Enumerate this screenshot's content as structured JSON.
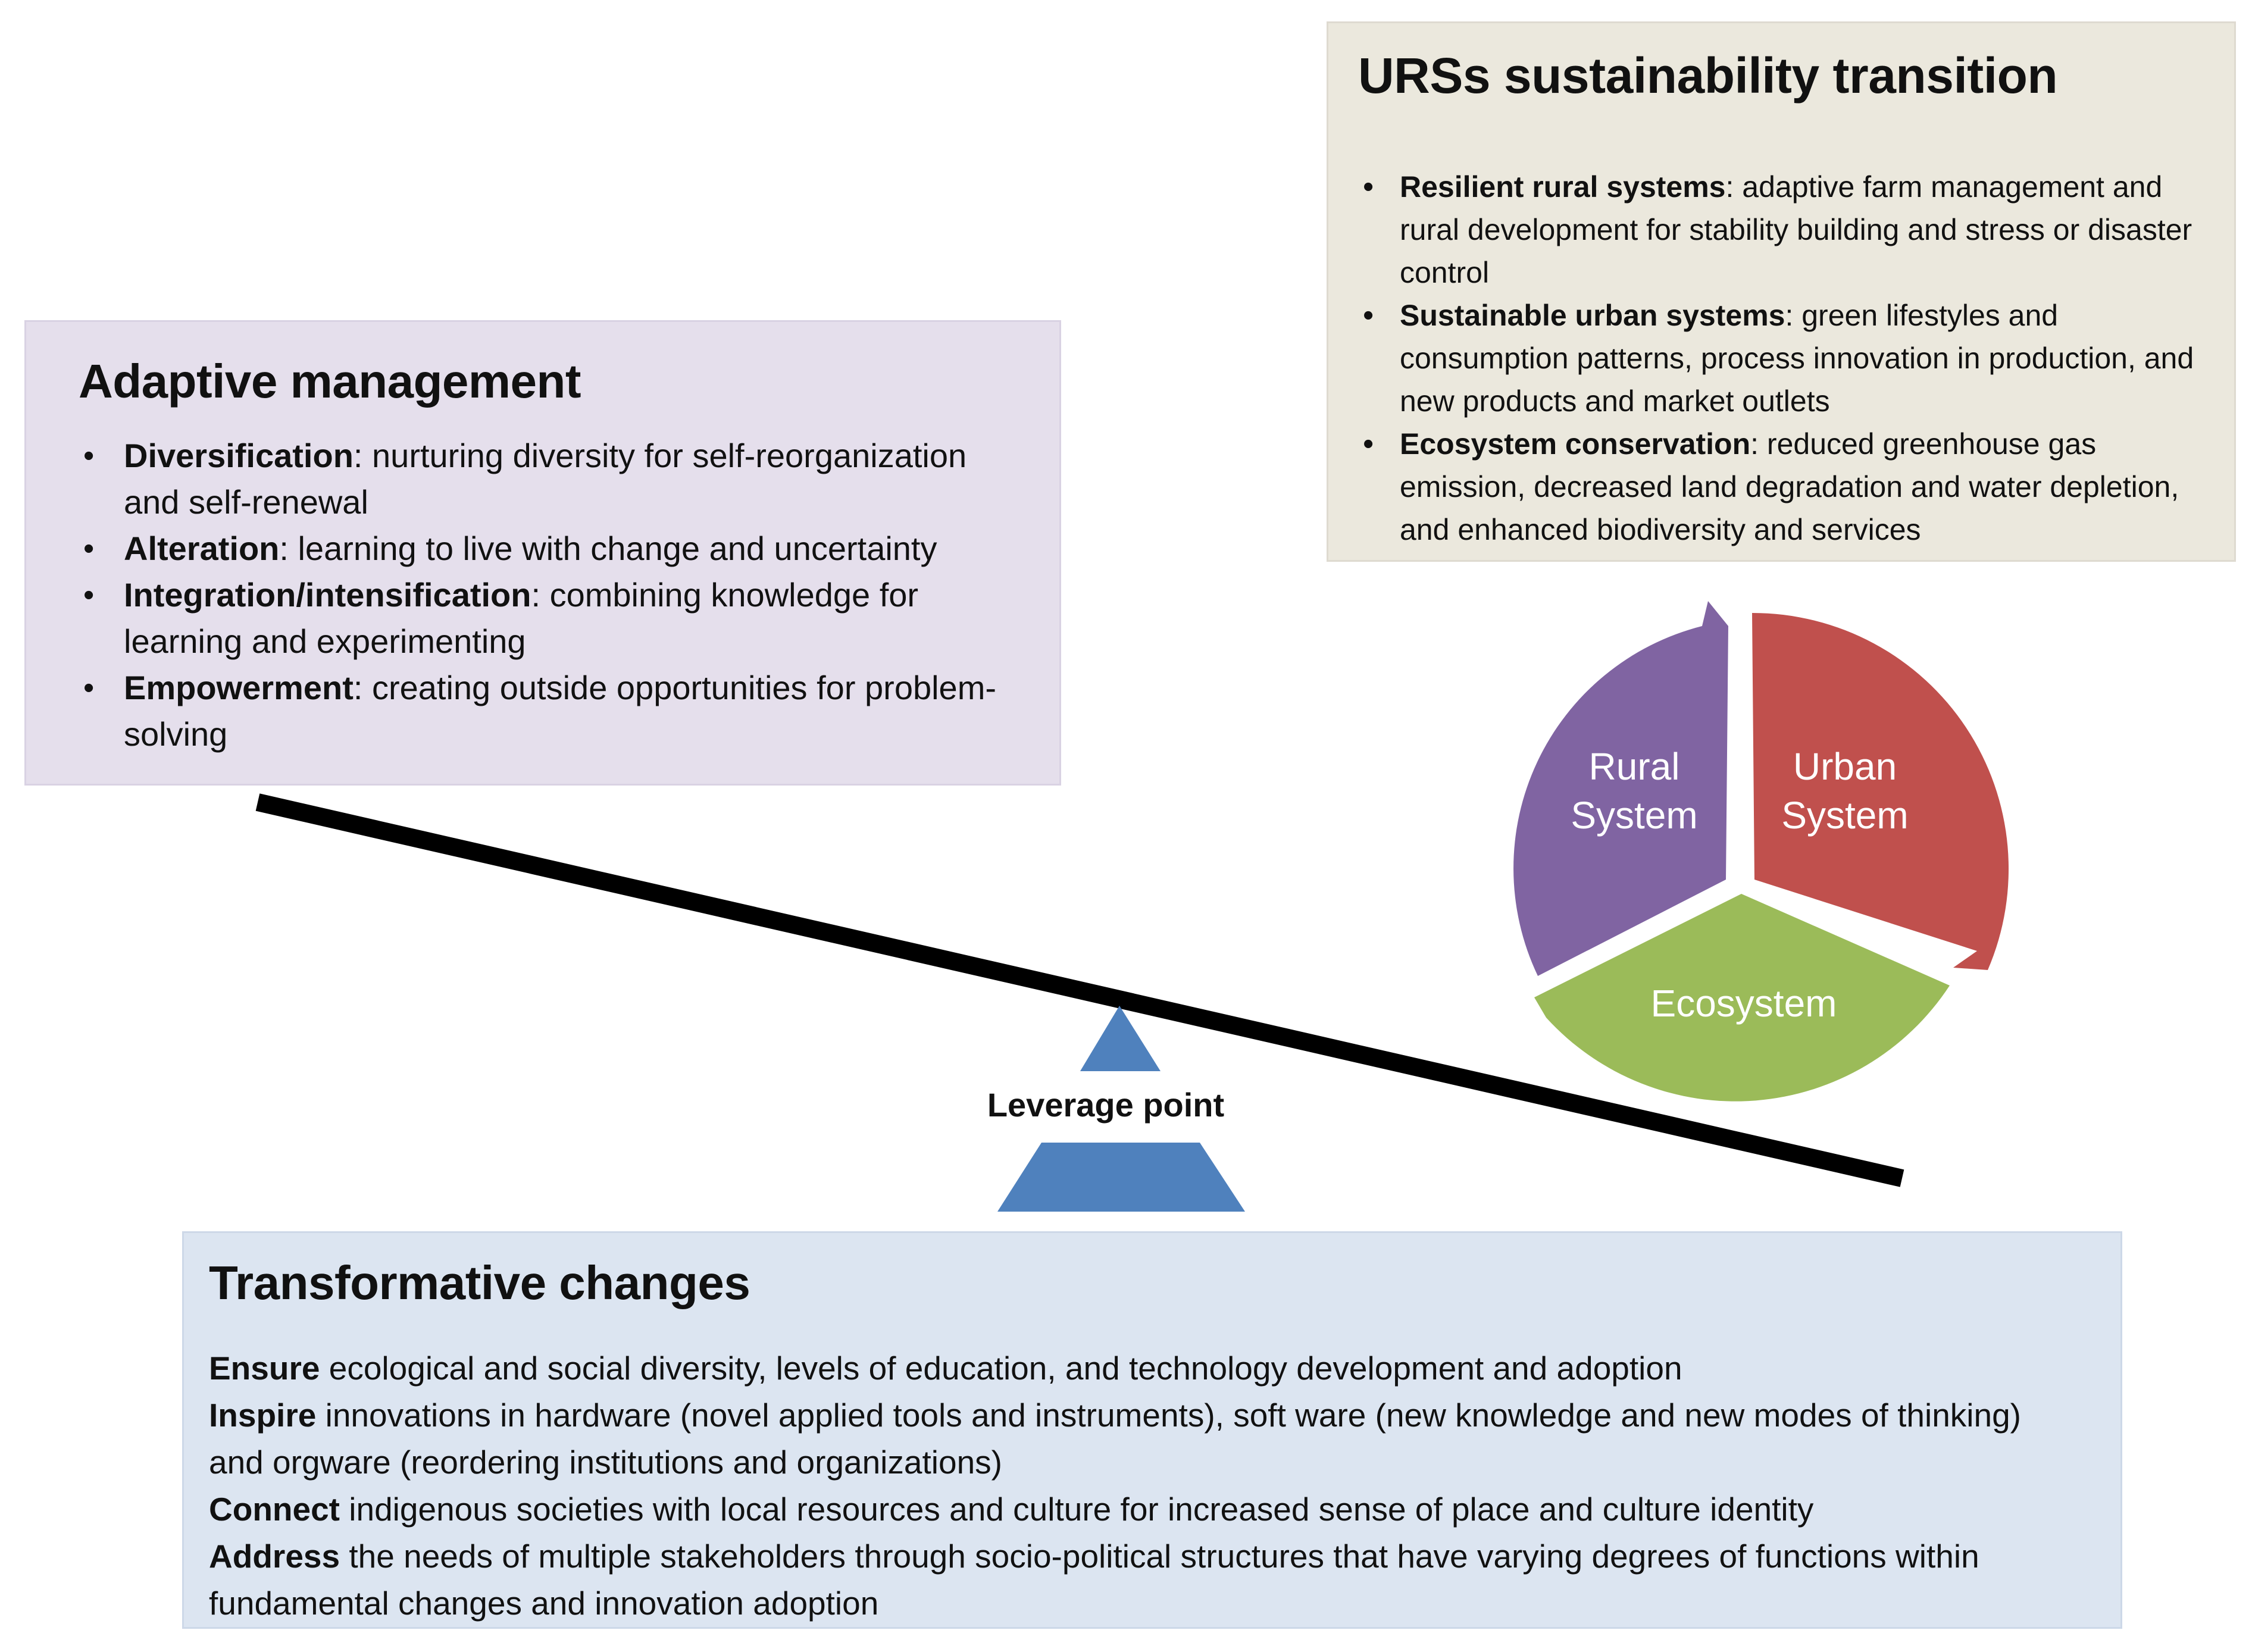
{
  "urs_box": {
    "title": "URSs sustainability transition",
    "items": [
      {
        "term": "Resilient rural systems",
        "text": ": adaptive farm management and rural development for stability building and stress or disaster control"
      },
      {
        "term": "Sustainable urban systems",
        "text": ": green lifestyles and consumption patterns, process innovation in production, and new products and market outlets"
      },
      {
        "term": "Ecosystem conservation",
        "text": ": reduced greenhouse gas emission, decreased land degradation and water depletion, and enhanced biodiversity and services"
      }
    ]
  },
  "adaptive_box": {
    "title": "Adaptive management",
    "items": [
      {
        "term": "Diversification",
        "text": ": nurturing diversity for self-reorganization and self-renewal"
      },
      {
        "term": "Alteration",
        "text": ": learning to live with change and uncertainty"
      },
      {
        "term": "Integration/intensification",
        "text": ": combining knowledge for learning and experimenting"
      },
      {
        "term": "Empowerment",
        "text": ": creating outside opportunities for problem-solving"
      }
    ]
  },
  "transform_box": {
    "title": "Transformative changes",
    "lines": [
      {
        "term": "Ensure",
        "text": " ecological and social diversity, levels of education, and technology development and adoption"
      },
      {
        "term": "Inspire",
        "text": " innovations in hardware (novel applied tools and instruments), soft ware (new knowledge and new modes of thinking) and orgware (reordering institutions and organizations)"
      },
      {
        "term": "Connect",
        "text": " indigenous societies with local resources and culture for increased sense of place and culture identity"
      },
      {
        "term": "Address",
        "text": " the needs of multiple stakeholders through socio-political structures that have varying degrees of functions within fundamental changes and innovation adoption"
      }
    ]
  },
  "leverage": {
    "label": "Leverage point"
  },
  "cycle": {
    "segments": [
      {
        "line1": "Rural",
        "line2": "System",
        "color": "#8064a2"
      },
      {
        "line1": "Urban",
        "line2": "System",
        "color": "#c0504d"
      },
      {
        "line1": "Ecosystem",
        "line2": "",
        "color": "#9bbb59"
      }
    ]
  },
  "colors": {
    "fulcrum": "#4f81bd",
    "lever": "#000000",
    "urs_bg": "#ebe8dd",
    "adaptive_bg": "#e5dfec",
    "transform_bg": "#dce5f1"
  }
}
